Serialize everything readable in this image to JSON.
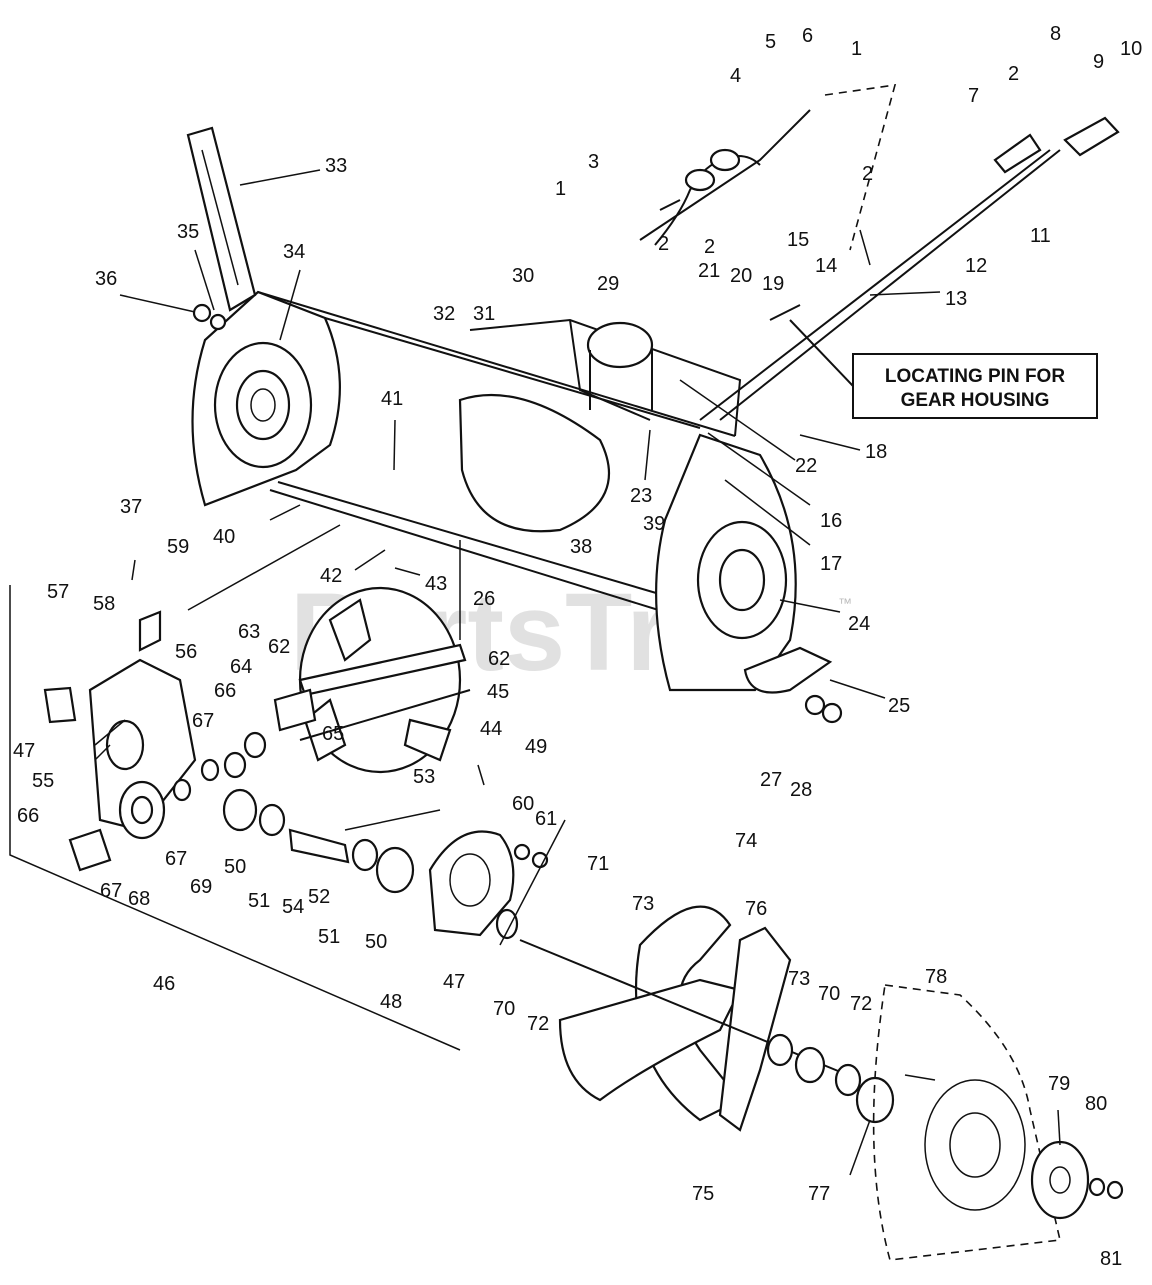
{
  "callout": {
    "line1": "LOCATING PIN FOR",
    "line2": "GEAR HOUSING"
  },
  "watermark": "PartsTree",
  "trademark": "™",
  "labels": [
    "1",
    "2",
    "3",
    "4",
    "5",
    "6",
    "7",
    "8",
    "9",
    "10",
    "11",
    "12",
    "13",
    "14",
    "15",
    "16",
    "17",
    "18",
    "19",
    "20",
    "21",
    "22",
    "23",
    "24",
    "25",
    "26",
    "27",
    "28",
    "29",
    "30",
    "31",
    "32",
    "33",
    "34",
    "35",
    "36",
    "37",
    "38",
    "39",
    "40",
    "41",
    "42",
    "43",
    "44",
    "45",
    "46",
    "47",
    "48",
    "49",
    "50",
    "51",
    "52",
    "53",
    "54",
    "55",
    "56",
    "57",
    "58",
    "59",
    "60",
    "61",
    "62",
    "63",
    "64",
    "65",
    "66",
    "67",
    "68",
    "69",
    "70",
    "71",
    "72",
    "73",
    "74",
    "75",
    "76",
    "77",
    "78",
    "79",
    "80",
    "81",
    "1",
    "2",
    "2",
    "2",
    "47",
    "50",
    "51",
    "62",
    "66",
    "67",
    "67",
    "70",
    "72",
    "73"
  ]
}
